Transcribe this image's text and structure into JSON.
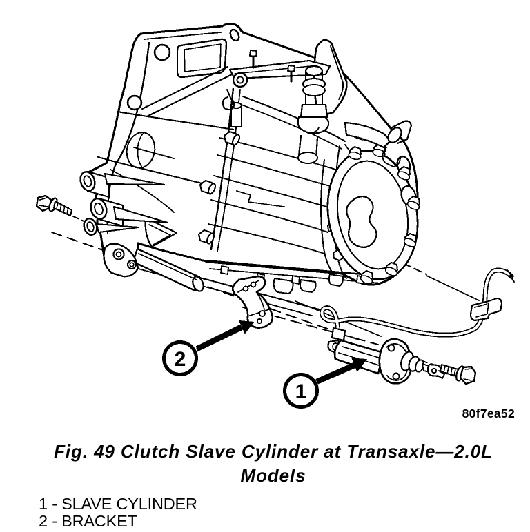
{
  "figure": {
    "type": "technical-illustration",
    "image_code": "80f7ea52",
    "caption": {
      "line1": "Fig. 49 Clutch Slave Cylinder at Transaxle—2.0L",
      "line2": "Models"
    },
    "legend": {
      "items": [
        {
          "text": "1 - SLAVE CYLINDER"
        },
        {
          "text": "2 - BRACKET"
        }
      ]
    },
    "callouts": [
      {
        "number": "1",
        "target": "slave cylinder"
      },
      {
        "number": "2",
        "target": "bracket"
      }
    ],
    "colors": {
      "ink": "#000000",
      "paper": "#ffffff"
    }
  }
}
